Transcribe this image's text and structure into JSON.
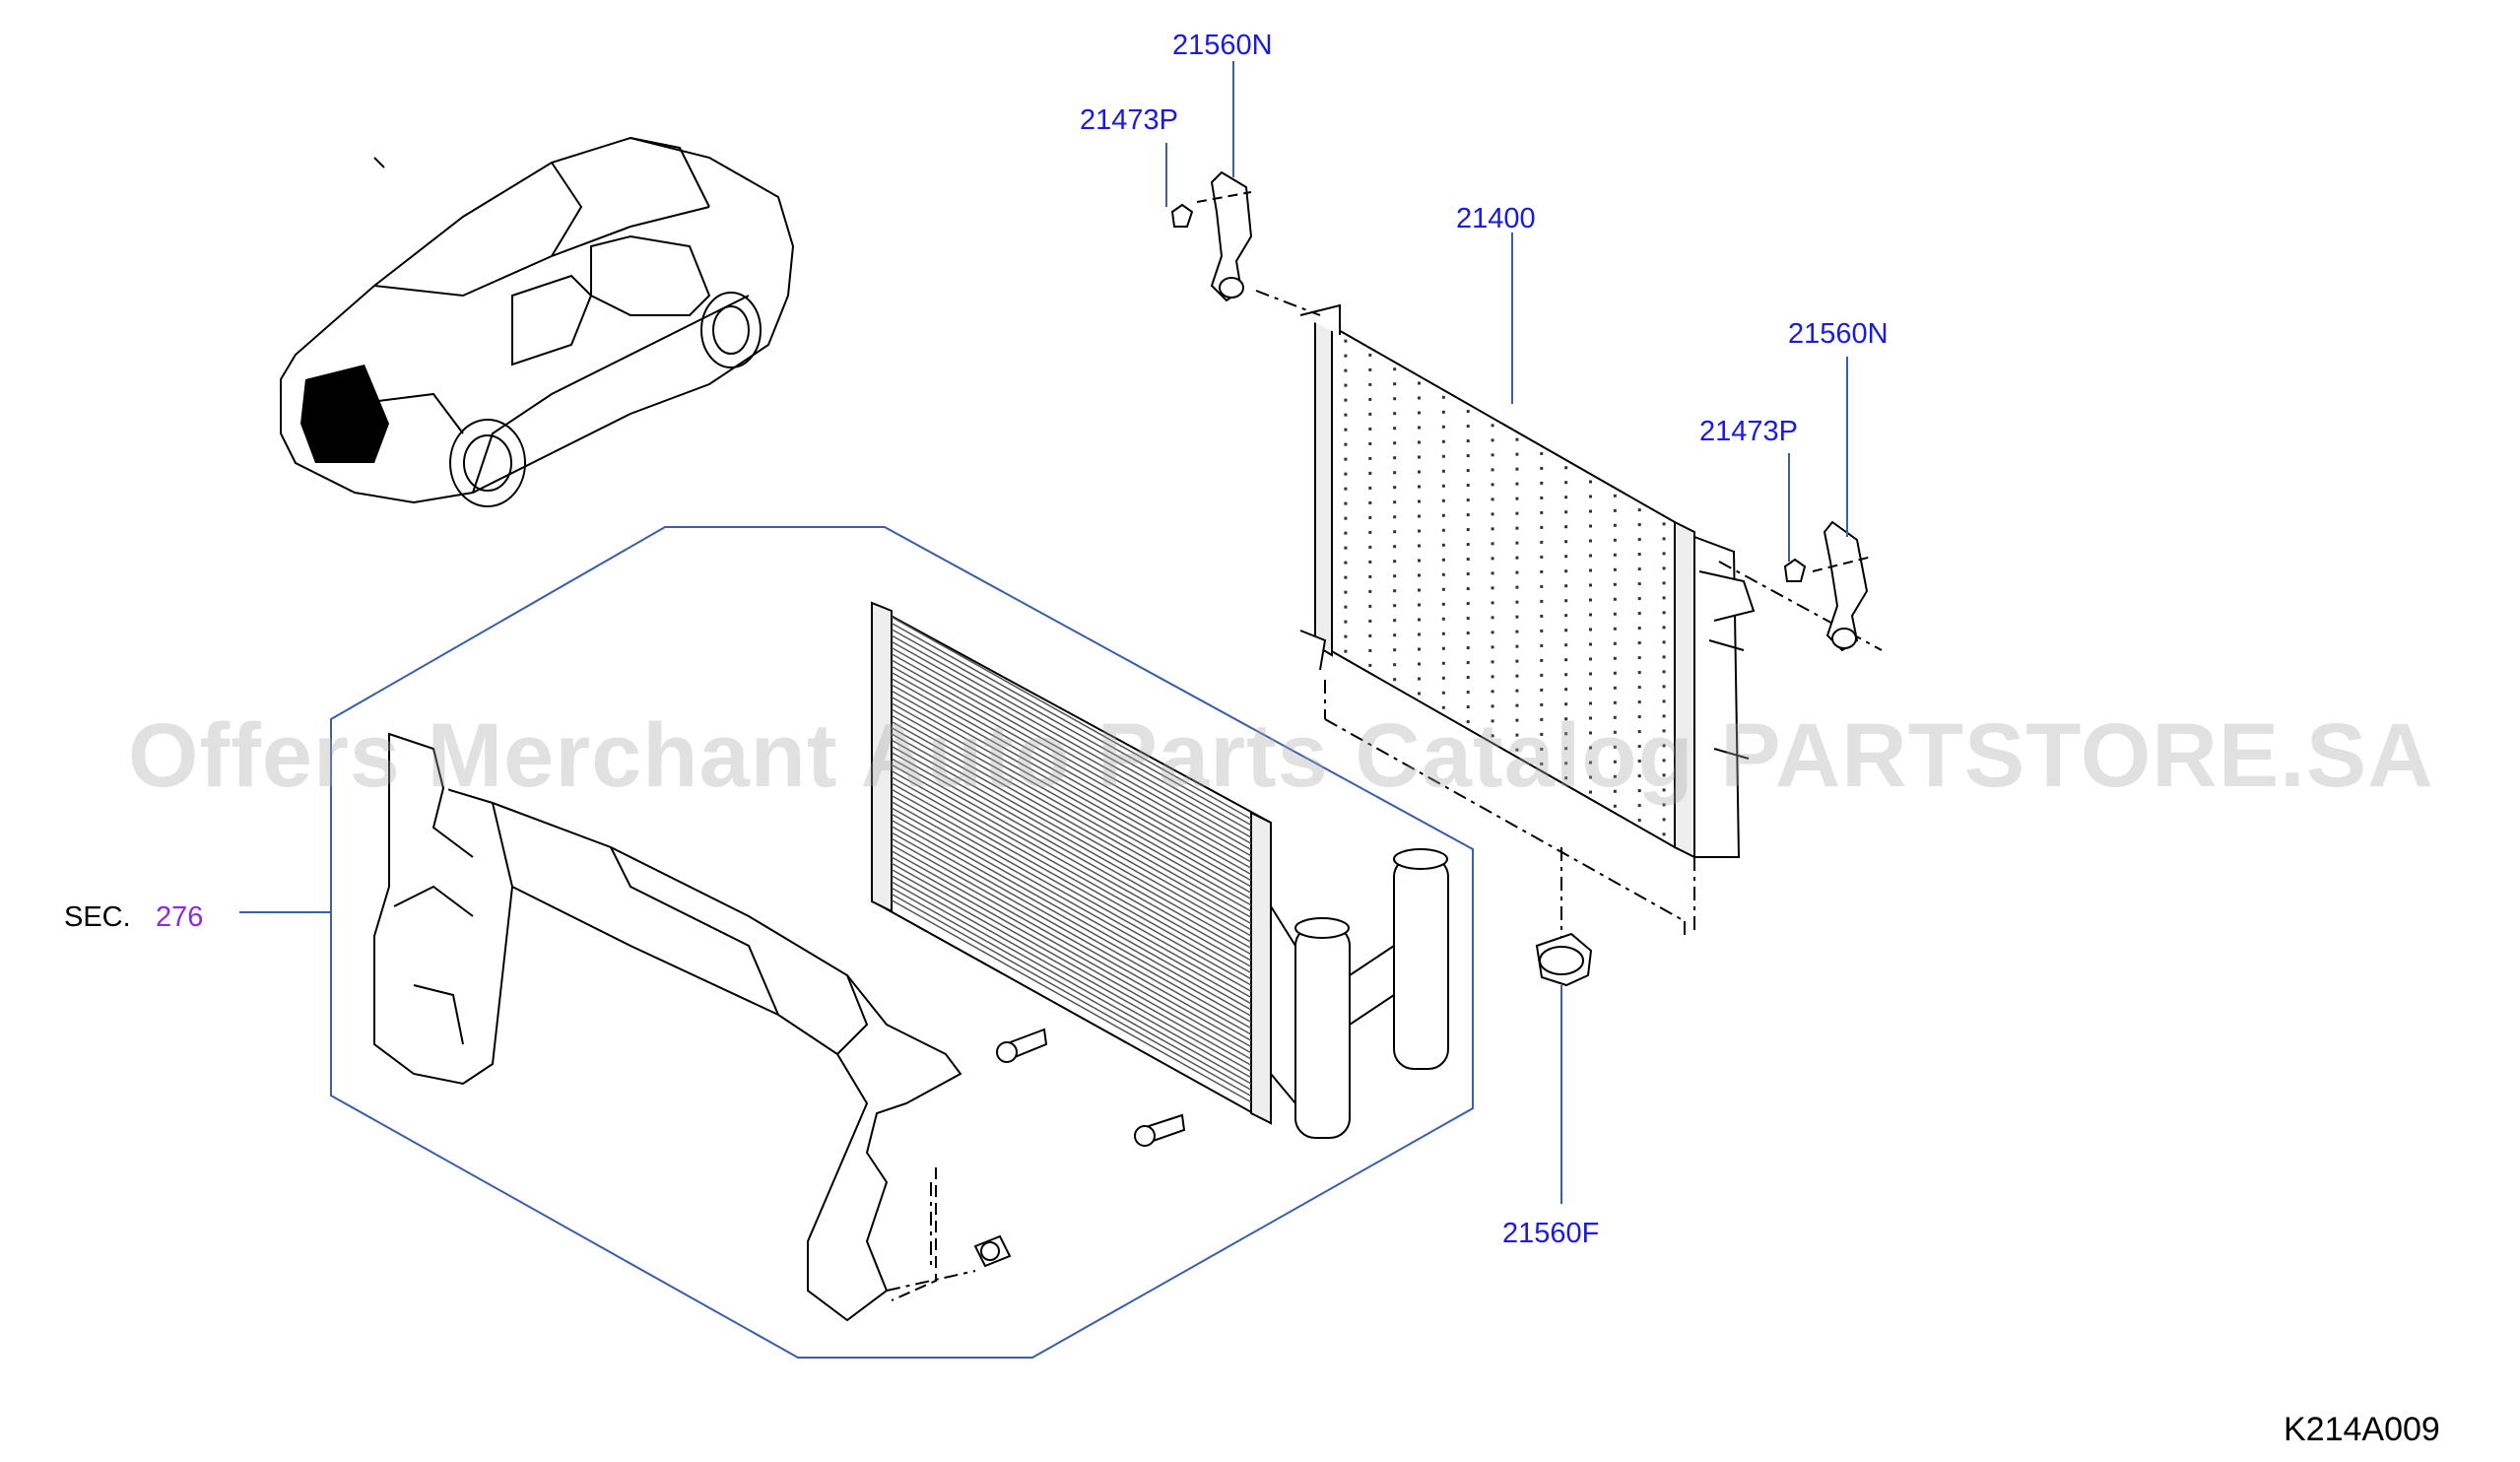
{
  "labels": {
    "part_21560N_top": "21560N",
    "part_21473P_top": "21473P",
    "part_21400": "21400",
    "part_21560N_right": "21560N",
    "part_21473P_right": "21473P",
    "part_21560F": "21560F",
    "sec_prefix": "SEC.",
    "sec_number": "276"
  },
  "watermark": "Offers Merchant Auto Parts Catalog PARTSTORE.SA",
  "drawing_code": "K214A009",
  "colors": {
    "part_label": "#1a1ae0",
    "section_ref": "#8a2be2",
    "leader": "#3a5fa8",
    "line": "#000000"
  }
}
